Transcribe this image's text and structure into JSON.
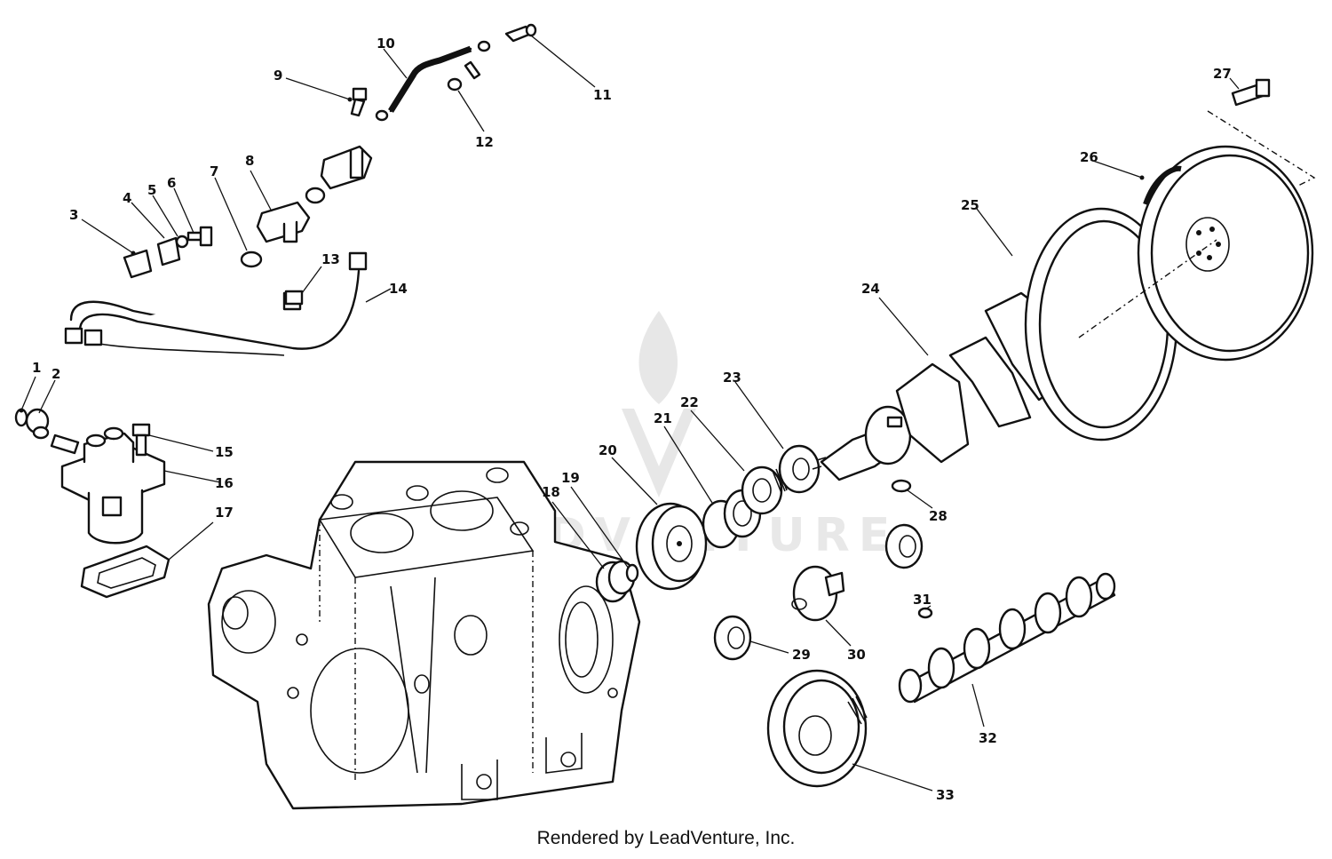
{
  "callouts": [
    "1",
    "2",
    "3",
    "4",
    "5",
    "6",
    "7",
    "8",
    "9",
    "10",
    "11",
    "12",
    "13",
    "14",
    "15",
    "16",
    "17",
    "18",
    "19",
    "20",
    "21",
    "22",
    "23",
    "24",
    "25",
    "26",
    "27",
    "28",
    "29",
    "30",
    "31",
    "32",
    "33"
  ],
  "watermark": "LEADVENTURE",
  "credit": "Rendered by LeadVenture, Inc."
}
